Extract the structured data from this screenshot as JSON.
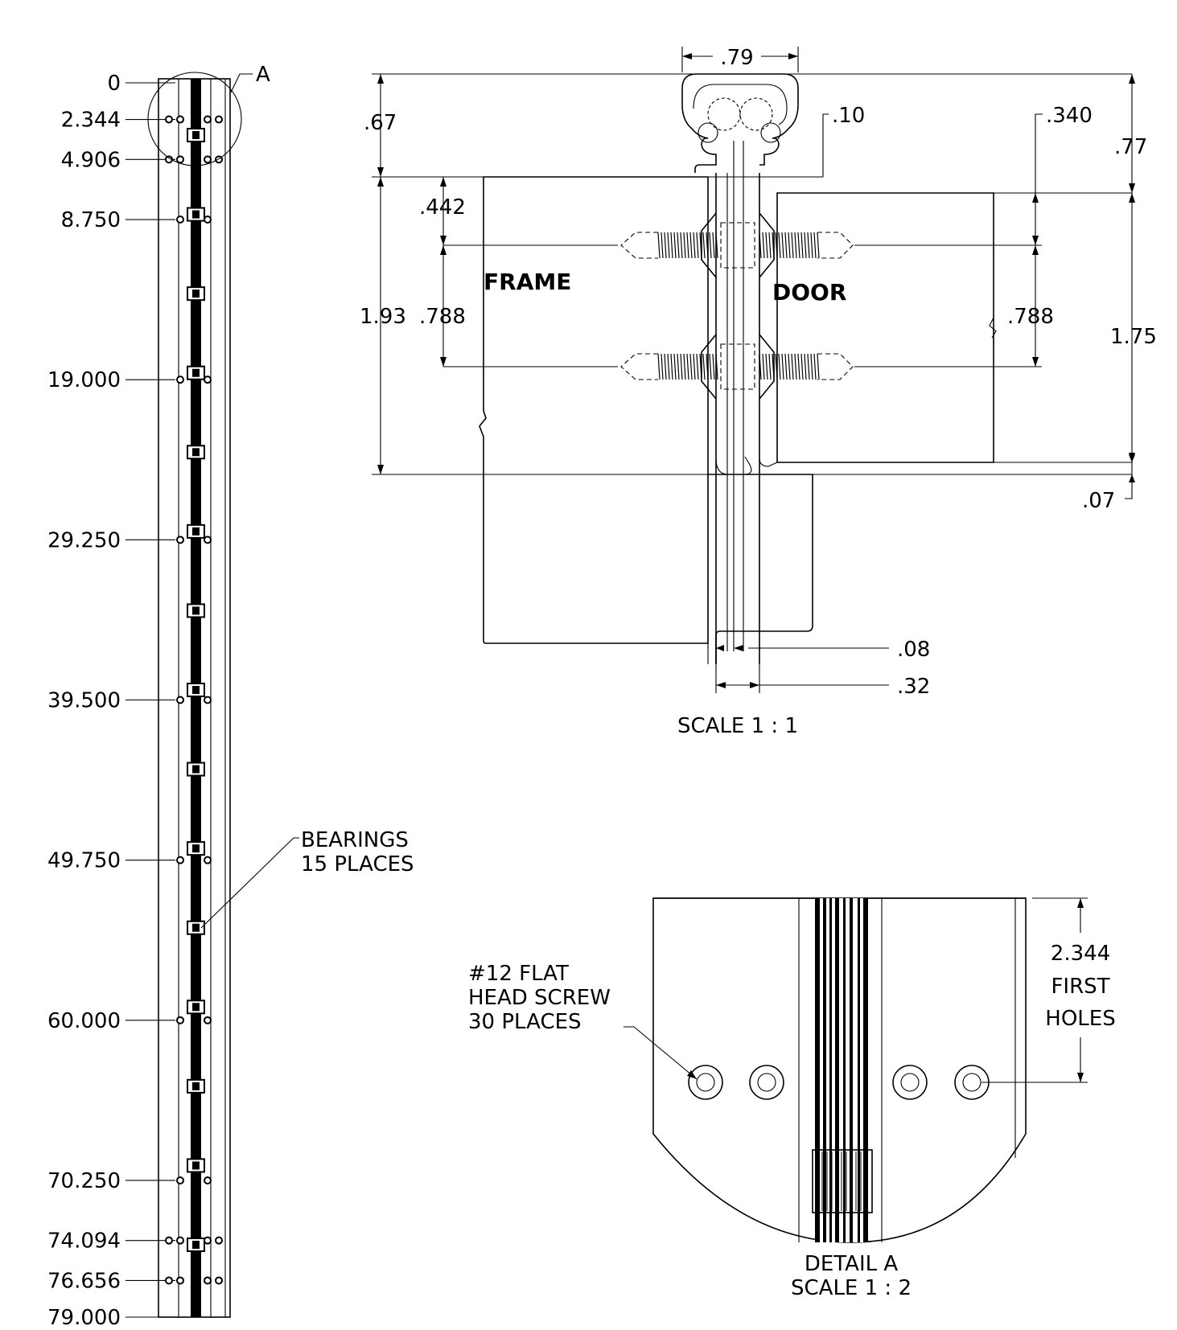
{
  "rail": {
    "callout_letter": "A",
    "stations": [
      "0",
      "2.344",
      "4.906",
      "8.750",
      "19.000",
      "29.250",
      "39.500",
      "49.750",
      "60.000",
      "70.250",
      "74.094",
      "76.656",
      "79.000"
    ],
    "bearings_note_line1": "BEARINGS",
    "bearings_note_line2": "15 PLACES"
  },
  "section": {
    "dim_width_top": ".79",
    "dim_head_height": ".67",
    "dim_gap": ".10",
    "dim_offset_door": ".340",
    "dim_total_right": ".77",
    "dim_first_screw": ".442",
    "dim_frame_height": "1.93",
    "dim_screw_pitch_left": ".788",
    "dim_screw_pitch_right": ".788",
    "dim_door_height": "1.75",
    "dim_bottom_gap": ".07",
    "dim_knuckle_gap": ".08",
    "dim_leaf_thickness": ".32",
    "frame_label": "FRAME",
    "door_label": "DOOR",
    "scale_label": "SCALE 1 : 1"
  },
  "detail": {
    "screw_note_line1": "#12 FLAT",
    "screw_note_line2": "HEAD SCREW",
    "screw_note_line3": "30 PLACES",
    "first_holes_line1": "2.344",
    "first_holes_line2": "FIRST",
    "first_holes_line3": "HOLES",
    "title_line1": "DETAIL A",
    "title_line2": "SCALE 1 : 2"
  }
}
